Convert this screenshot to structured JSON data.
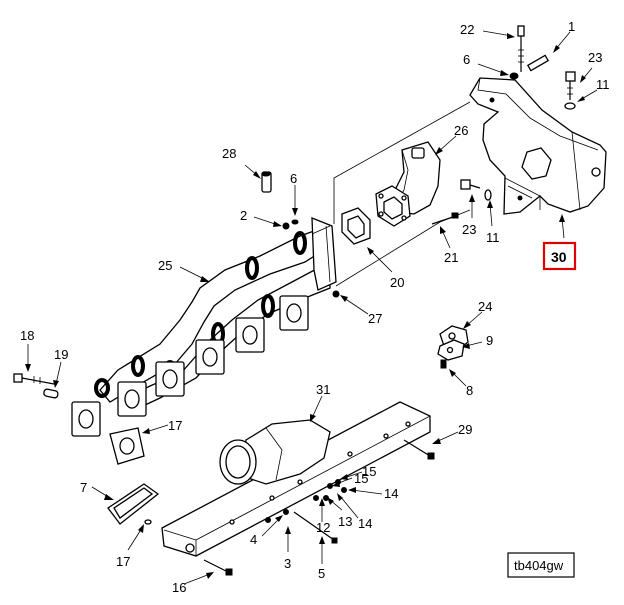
{
  "diagram": {
    "figure_id": "tb404gw",
    "highlight_color": "#e00000",
    "callouts": [
      {
        "id": "c22",
        "text": "22"
      },
      {
        "id": "c1",
        "text": "1"
      },
      {
        "id": "c6a",
        "text": "6"
      },
      {
        "id": "c23a",
        "text": "23"
      },
      {
        "id": "c11a",
        "text": "11"
      },
      {
        "id": "c26",
        "text": "26"
      },
      {
        "id": "c28",
        "text": "28"
      },
      {
        "id": "c6b",
        "text": "6"
      },
      {
        "id": "c2",
        "text": "2"
      },
      {
        "id": "c23b",
        "text": "23"
      },
      {
        "id": "c11b",
        "text": "11"
      },
      {
        "id": "c30",
        "text": "30",
        "highlighted": true
      },
      {
        "id": "c25",
        "text": "25"
      },
      {
        "id": "c20",
        "text": "20"
      },
      {
        "id": "c21",
        "text": "21"
      },
      {
        "id": "c27",
        "text": "27"
      },
      {
        "id": "c24",
        "text": "24"
      },
      {
        "id": "c18",
        "text": "18"
      },
      {
        "id": "c19",
        "text": "19"
      },
      {
        "id": "c9",
        "text": "9"
      },
      {
        "id": "c8",
        "text": "8"
      },
      {
        "id": "c31",
        "text": "31"
      },
      {
        "id": "c17a",
        "text": "17"
      },
      {
        "id": "c29",
        "text": "29"
      },
      {
        "id": "c15a",
        "text": "15"
      },
      {
        "id": "c15b",
        "text": "15"
      },
      {
        "id": "c14a",
        "text": "14"
      },
      {
        "id": "c7",
        "text": "7"
      },
      {
        "id": "c12",
        "text": "12"
      },
      {
        "id": "c13",
        "text": "13"
      },
      {
        "id": "c14b",
        "text": "14"
      },
      {
        "id": "c4",
        "text": "4"
      },
      {
        "id": "c17b",
        "text": "17"
      },
      {
        "id": "c3",
        "text": "3"
      },
      {
        "id": "c5",
        "text": "5"
      },
      {
        "id": "c16",
        "text": "16"
      }
    ]
  }
}
